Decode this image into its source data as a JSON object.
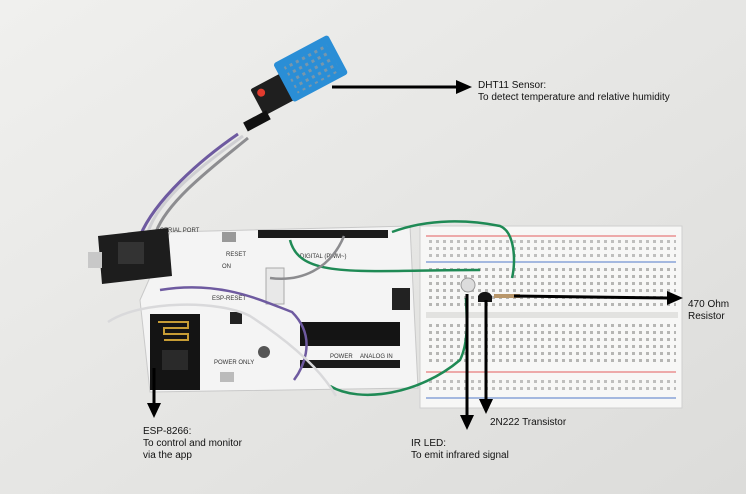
{
  "annotations": {
    "dht11": {
      "title": "DHT11 Sensor:",
      "desc": "To detect temperature and relative humidity"
    },
    "resistor": {
      "line1": "470 Ohm",
      "line2": "Resistor"
    },
    "transistor": {
      "title": "2N222 Transistor"
    },
    "ir_led": {
      "title": "IR LED:",
      "desc": "To emit infrared signal"
    },
    "esp": {
      "title": "ESP-8266:",
      "line2": "To control and monitor",
      "line3": "via the app"
    }
  },
  "board_markings": {
    "serial_port": "SERIAL PORT",
    "reset": "RESET",
    "esp_reset": "ESP-RESET",
    "power_only": "POWER ONLY",
    "digital_pwm": "DIGITAL (PWM~)",
    "power": "POWER",
    "analog_in": "ANALOG IN",
    "on": "ON"
  }
}
